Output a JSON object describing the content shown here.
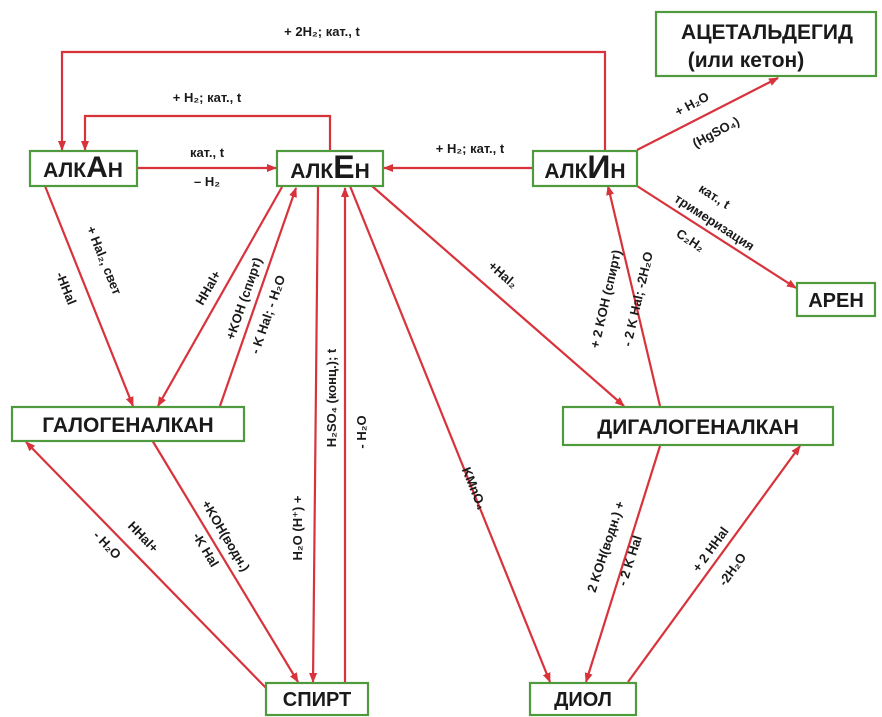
{
  "nodes": {
    "alkane": {
      "parts": [
        "АЛК",
        "А",
        "Н"
      ]
    },
    "alkene": {
      "parts": [
        "АЛК",
        "Е",
        "Н"
      ]
    },
    "alkyne": {
      "parts": [
        "АЛК",
        "И",
        "Н"
      ]
    },
    "acetaldehyde": {
      "line1": "АЦЕТАЛЬДЕГИД",
      "line2": "(или кетон)"
    },
    "arene": {
      "label": "АРЕН"
    },
    "haloalkane": {
      "label": "ГАЛОГЕНАЛКАН"
    },
    "dihaloalkane": {
      "label": "ДИГАЛОГЕНАЛКАН"
    },
    "alcohol": {
      "label": "СПИРТ"
    },
    "diol": {
      "label": "ДИОЛ"
    }
  },
  "edges": {
    "alkyne_to_alkane": {
      "label": "+ 2H₂; кат., t"
    },
    "alkene_to_alkane": {
      "label": "+ H₂; кат., t"
    },
    "alkane_to_alkene": {
      "top": "кат., t",
      "bottom": "– H₂"
    },
    "alkyne_to_alkene": {
      "label": "+ H₂; кат., t"
    },
    "alkyne_to_acetaldehyde": {
      "top": "+ H₂O",
      "bottom": "(HgSO₄)"
    },
    "alkyne_to_arene": {
      "l1": "кат., t",
      "l2": "тримеризация",
      "l3": "C₂H₂"
    },
    "alkane_to_haloalkane": {
      "l1": "+ Hal₂, свет",
      "l2": "-HHal"
    },
    "alkene_to_haloalkane": {
      "label": "HHal+"
    },
    "haloalkane_to_alkene": {
      "l1": "+KOH (спирт)",
      "l2": "- K Hal; - H₂O"
    },
    "alkene_to_dihaloalkane": {
      "label": "+Hal₂"
    },
    "dihaloalkane_to_alkyne": {
      "l1": "+ 2 KOH (спирт)",
      "l2": "- 2 K Hal; -2H₂O"
    },
    "alkene_to_alcohol": {
      "label": "H₂O (H⁺) +"
    },
    "alcohol_to_alkene": {
      "l1": "H₂SO₄ (конц.); t",
      "l2": "- H₂O"
    },
    "alkene_to_diol": {
      "label": "KMnO₄"
    },
    "haloalkane_to_alcohol": {
      "l1": "+KOH(водн.)",
      "l2": "-K Hal"
    },
    "alcohol_to_haloalkane": {
      "l1": "HHal+",
      "l2": "- H₂O"
    },
    "dihaloalkane_to_diol": {
      "l1": "2 KOH(водн.) +",
      "l2": "- 2 K Hal"
    },
    "diol_to_dihaloalkane": {
      "l1": "+ 2 HHal",
      "l2": "-2H₂O"
    }
  },
  "colors": {
    "arrow": "#d8333b",
    "box_border": "#4e9a3c",
    "text": "#1a1a1a"
  }
}
